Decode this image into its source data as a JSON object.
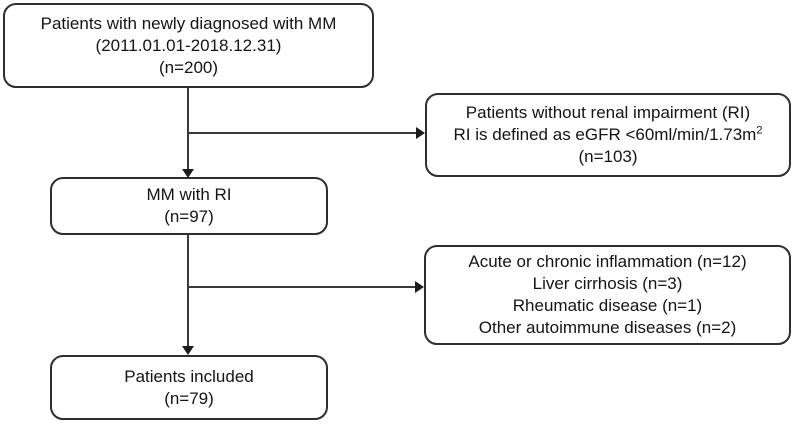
{
  "colors": {
    "background": "#ffffff",
    "box_border": "#2e2e2e",
    "text": "#141414",
    "connector": "#3a3a3a"
  },
  "flowchart": {
    "boxes": {
      "newly_diagnosed": {
        "lines": [
          "Patients with newly diagnosed with MM",
          "(2011.01.01-2018.12.31)",
          "(n=200)"
        ]
      },
      "without_ri": {
        "line1": "Patients without renal impairment (RI)",
        "line2_main": "RI is defined as eGFR <60ml/min/1.73m",
        "line2_sup": "2",
        "line3": "(n=103)"
      },
      "mm_with_ri": {
        "lines": [
          "MM with RI",
          "(n=97)"
        ]
      },
      "exclusions": {
        "lines": [
          "Acute or chronic inflammation (n=12)",
          "Liver cirrhosis (n=3)",
          "Rheumatic disease (n=1)",
          "Other autoimmune diseases (n=2)"
        ]
      },
      "included": {
        "lines": [
          "Patients included",
          "(n=79)"
        ]
      }
    }
  }
}
